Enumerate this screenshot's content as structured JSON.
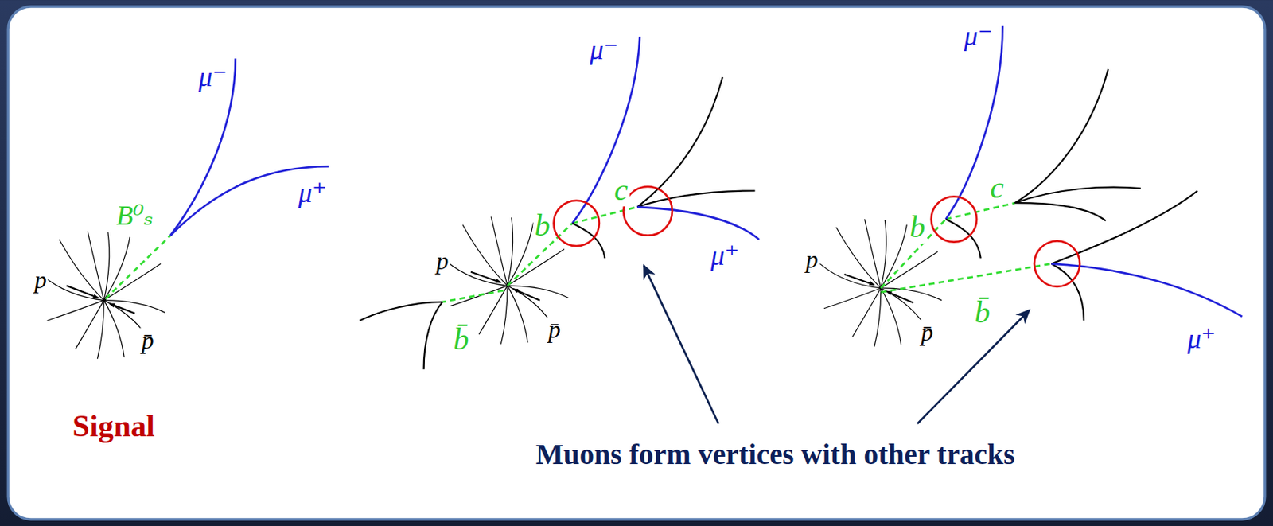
{
  "diagram": {
    "labels": [
      "μ⁻",
      "B⁰ₛ",
      "μ⁺",
      "p",
      "p̄",
      "Signal",
      "μ⁻",
      "c",
      "b",
      "p",
      "μ⁺",
      "p̄",
      "b̄",
      "μ⁻",
      "c",
      "b",
      "p",
      "p̄",
      "b̄",
      "μ⁺",
      "Muons form vertices with other tracks"
    ]
  }
}
